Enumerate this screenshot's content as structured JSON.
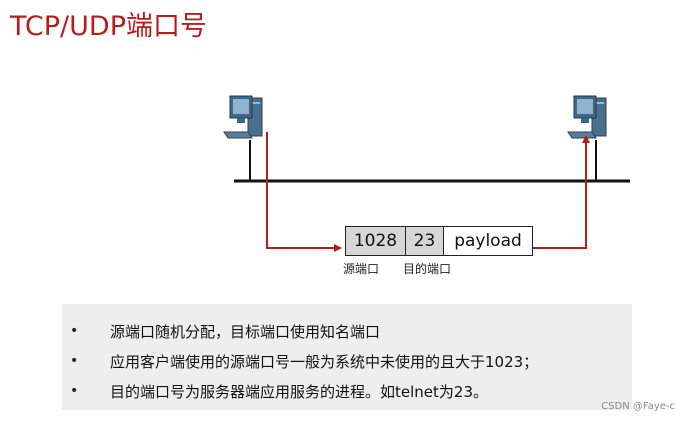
{
  "title": "TCP/UDP端口号",
  "packet": {
    "src_port": "1028",
    "dst_port": "23",
    "payload": "payload"
  },
  "captions": {
    "src": "源端口",
    "dst": "目的端口"
  },
  "notes": [
    "源端口随机分配，目标端口使用知名端口",
    "应用客户端使用的源端口号一般为系统中未使用的且大于1023；",
    "目的端口号为服务器端应用服务的进程。如telnet为23。"
  ],
  "bullet_glyph": "•",
  "watermark": "CSDN @Faye-c",
  "colors": {
    "title": "#b81d1d",
    "arrow": "#b01e1e",
    "header_fields": "#d6d6d6",
    "notes_bg": "#eeeeee"
  },
  "icons": [
    "computer-icon",
    "computer-icon"
  ]
}
